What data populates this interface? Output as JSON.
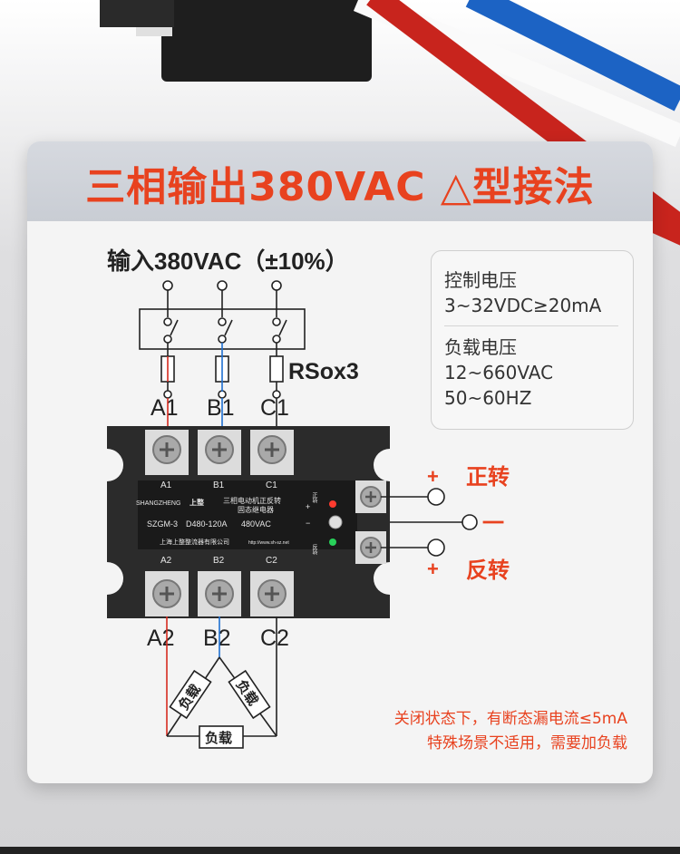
{
  "title": "三相输出380VAC △型接法",
  "input_label": "输入380VAC（±10%）",
  "fuse_label": "RSox3",
  "phases_in": [
    "A1",
    "B1",
    "C1"
  ],
  "phases_out": [
    "A2",
    "B2",
    "C2"
  ],
  "relay": {
    "brand": "SHANGZHENG",
    "brand_cn": "上整",
    "name_line1": "三相电动机正反转",
    "name_line2": "固态继电器",
    "model": "SZGM-3",
    "rating": "D480-120A",
    "voltage": "480VAC",
    "company": "上海上整整流器有限公司",
    "website": "http://www.sh-sz.net",
    "terminal_in": [
      "A1",
      "B1",
      "C1"
    ],
    "terminal_out": [
      "A2",
      "B2",
      "C2"
    ],
    "side_labels": [
      "正转",
      "反转"
    ],
    "side_plus": "+",
    "side_minus": "−"
  },
  "control": {
    "forward_sign": "+",
    "forward_label": "正转",
    "common_sign": "一",
    "reverse_sign": "+",
    "reverse_label": "反转"
  },
  "info": {
    "control_title": "控制电压",
    "control_value": "3~32VDC≥20mA",
    "load_title": "负载电压",
    "load_value1": "12~660VAC",
    "load_value2": "50~60HZ"
  },
  "load_label": "负载",
  "note": {
    "line1": "关闭状态下，有断态漏电流≤5mA",
    "line2": "特殊场景不适用，需要加负载"
  },
  "colors": {
    "accent": "#e8421f",
    "wire_red": "#d62b1f",
    "wire_blue": "#1e6fd0",
    "relay_body": "#2b2b2b"
  }
}
